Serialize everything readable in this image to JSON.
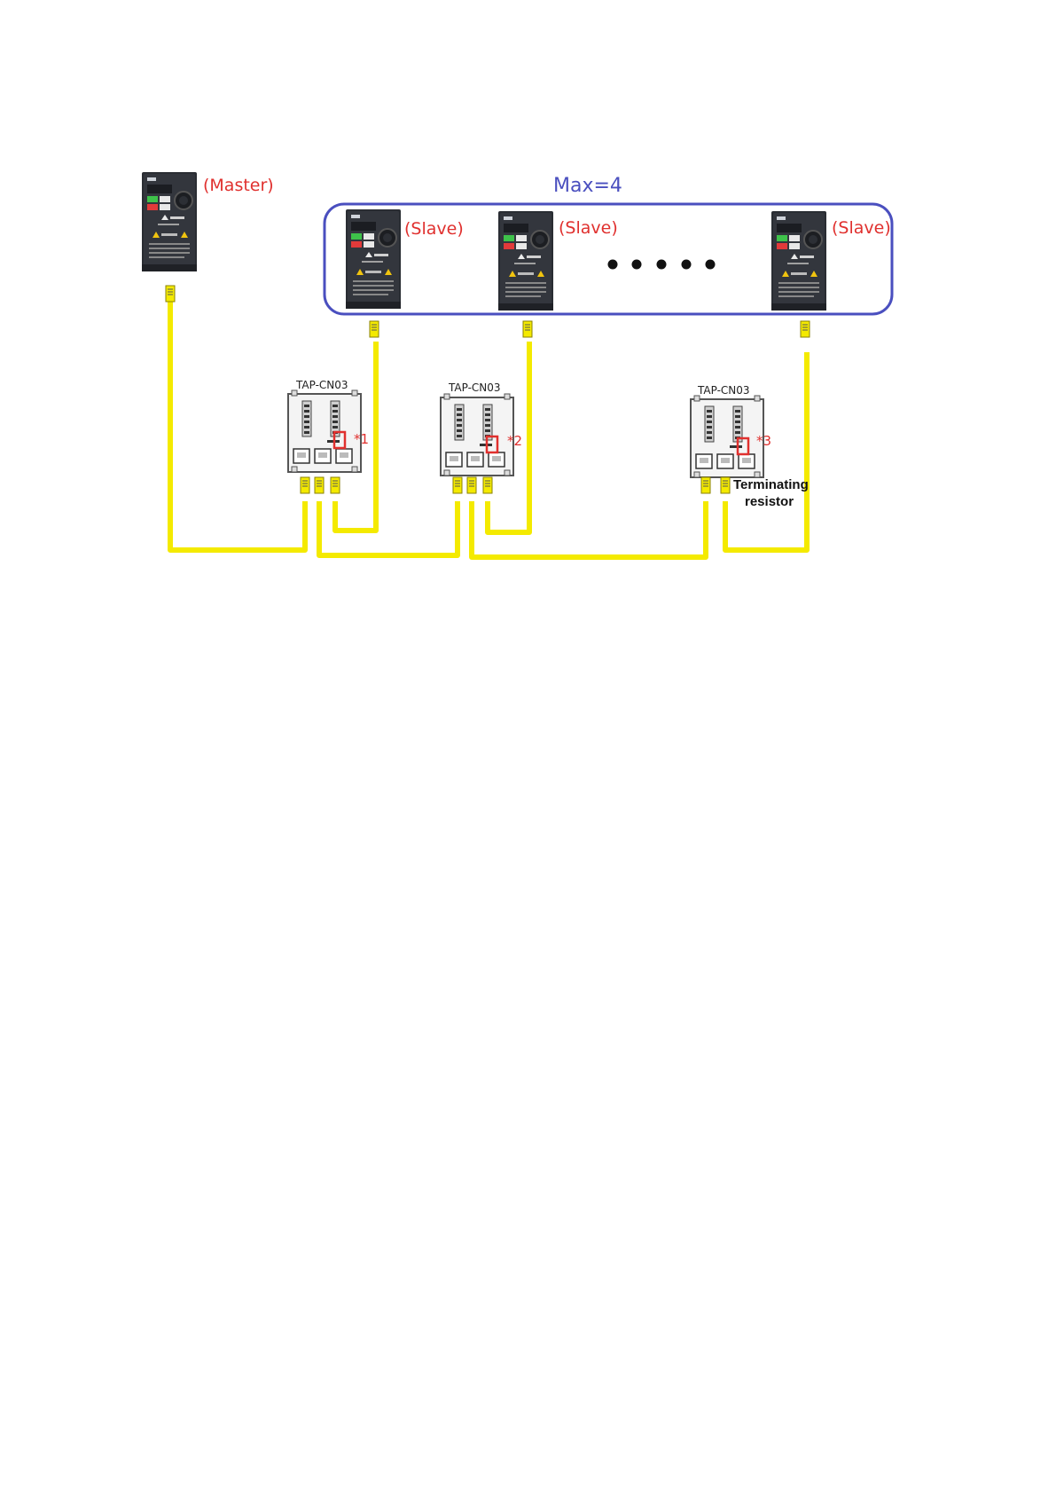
{
  "labels": {
    "master": "(Master)",
    "slave_1": "(Slave)",
    "slave_2": "(Slave)",
    "slave_3": "(Slave)",
    "max": "Max=4",
    "tap_1": "TAP-CN03",
    "tap_2": "TAP-CN03",
    "tap_3": "TAP-CN03",
    "mark_1": "*1",
    "mark_2": "*2",
    "mark_3": "*3",
    "terminating_line1": "Terminating",
    "terminating_line2": "resistor"
  },
  "colors": {
    "cable": "#f4ea00",
    "label_red": "#e0302e",
    "group_border": "#4a4fbf",
    "drive_body": "#2a2d33"
  },
  "icons": {
    "drive": "inverter-drive-icon",
    "tap": "tap-cn03-terminal-box-icon",
    "ellipsis": "ellipsis-dots-icon"
  }
}
